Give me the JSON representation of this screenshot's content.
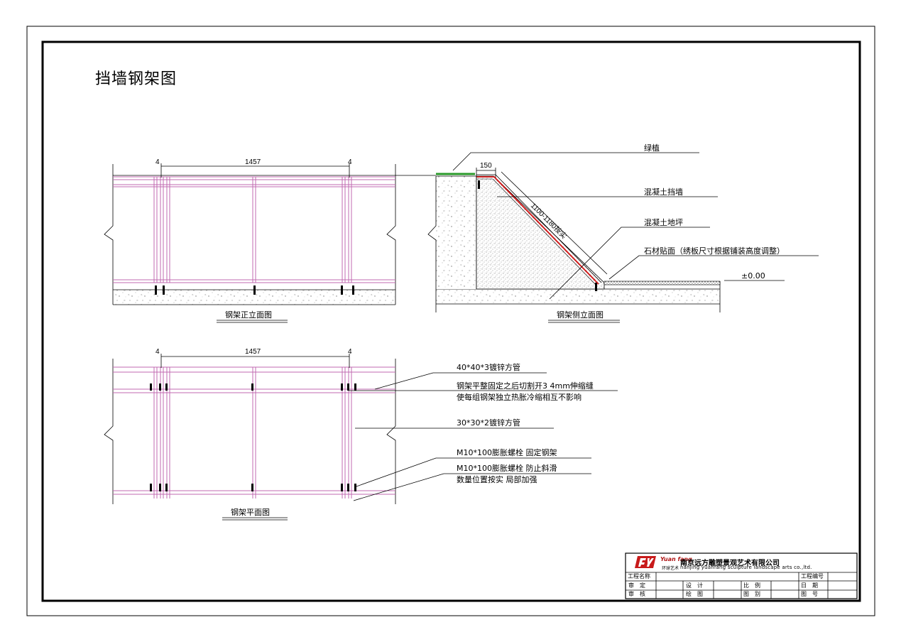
{
  "title": "挡墙钢架图",
  "front_elevation": {
    "caption": "钢架正立面图",
    "dim_left": "4",
    "dim_mid": "1457",
    "dim_right": "4"
  },
  "side_elevation": {
    "caption": "钢架侧立面图",
    "dim_top": "150",
    "dim_slope": "1100-1180按实",
    "labels": {
      "greenery": "绿植",
      "concrete_wall": "混凝土挡墙",
      "concrete_floor": "混凝土地坪",
      "stone_finish": "石材贴面（绣板尺寸根据铺装高度调整）",
      "level": "±0.00"
    }
  },
  "plan": {
    "caption": "钢架平面图",
    "dim_left": "4",
    "dim_mid": "1457",
    "dim_right": "4",
    "notes": {
      "tube_40": "40*40*3镀锌方管",
      "cut_line1": "钢架平整固定之后切割开3 4mm伸缩缝",
      "cut_line2": "使每组钢架独立热胀冷缩相互不影响",
      "tube_30": "30*30*2镀锌方管",
      "bolt1": "M10*100膨胀螺栓 固定钢架",
      "bolt2": "M10*100膨胀螺栓 防止斜滑",
      "bolt2_sub": "数量位置按实 局部加强"
    }
  },
  "title_block": {
    "logo": "Yuan fang",
    "logo_sub": "环球艺术",
    "company": "南京远方雕塑景观艺术有限公司",
    "company_en": "nanjing yuanfang sculpture landscape arts co.,ltd.",
    "project_name": "工程名称",
    "project_no": "工程编号",
    "approve": "审　定",
    "design": "设　计",
    "scale": "比　例",
    "date": "日　期",
    "review": "审　核",
    "draw": "绘　图",
    "sheet_type": "图　别",
    "sheet_no": "图　号"
  },
  "colors": {
    "steel_frame": "#c06ab0",
    "rebar": "#d01010",
    "greenery": "#2a9a2a",
    "line": "#000000"
  }
}
